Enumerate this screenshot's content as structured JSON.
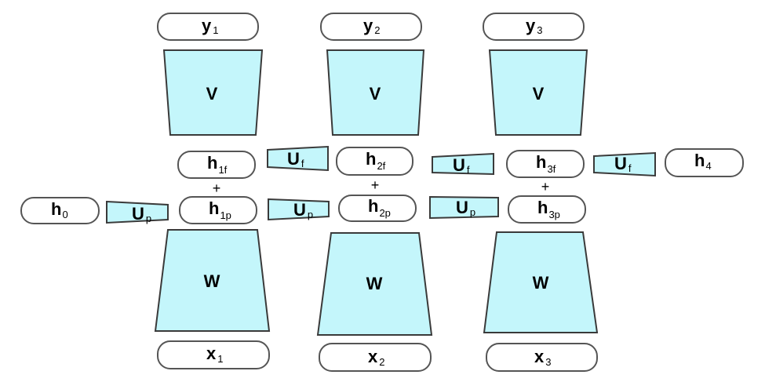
{
  "nodes": {
    "y1": {
      "main": "y",
      "sub": "1"
    },
    "y2": {
      "main": "y",
      "sub": "2"
    },
    "y3": {
      "main": "y",
      "sub": "3"
    },
    "h1f": {
      "main": "h",
      "sub": "1f"
    },
    "h2f": {
      "main": "h",
      "sub": "2f"
    },
    "h3f": {
      "main": "h",
      "sub": "3f"
    },
    "h4": {
      "main": "h",
      "sub": "4"
    },
    "h0": {
      "main": "h",
      "sub": "0"
    },
    "h1p": {
      "main": "h",
      "sub": "1p"
    },
    "h2p": {
      "main": "h",
      "sub": "2p"
    },
    "h3p": {
      "main": "h",
      "sub": "3p"
    },
    "x1": {
      "main": "x",
      "sub": "1"
    },
    "x2": {
      "main": "x",
      "sub": "2"
    },
    "x3": {
      "main": "x",
      "sub": "3"
    }
  },
  "blocks": {
    "v_label": "V",
    "w_label": "W"
  },
  "transitions": {
    "forward": {
      "main": "U",
      "sub": "f"
    },
    "backward": {
      "main": "U",
      "sub": "p"
    }
  },
  "combine_symbol": "+",
  "colors": {
    "block_fill": "#c4f6fb",
    "block_stroke": "#3a3a3a",
    "pill_stroke": "#555555"
  }
}
